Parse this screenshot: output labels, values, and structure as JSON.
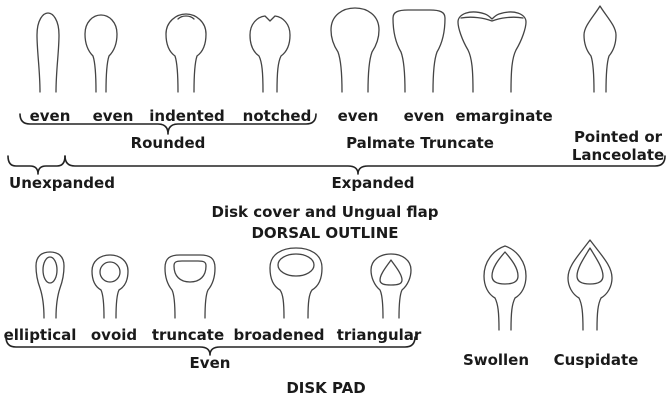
{
  "dorsal_outline": {
    "shape_labels": [
      "even",
      "even",
      "indented",
      "notched",
      "even",
      "even",
      "emarginate"
    ],
    "group_rounded": "Rounded",
    "group_palmate_truncate": "Palmate Truncate",
    "pointed_line1": "Pointed or",
    "pointed_line2": "Lanceolate",
    "unexpanded": "Unexpanded",
    "expanded": "Expanded",
    "caption_line1": "Disk cover and Ungual flap",
    "caption_line2": "DORSAL OUTLINE"
  },
  "disk_pad": {
    "shape_labels": [
      "elliptical",
      "ovoid",
      "truncate",
      "broadened",
      "triangular"
    ],
    "even": "Even",
    "swollen": "Swollen",
    "cuspidate": "Cuspidate",
    "caption": "DISK PAD"
  }
}
